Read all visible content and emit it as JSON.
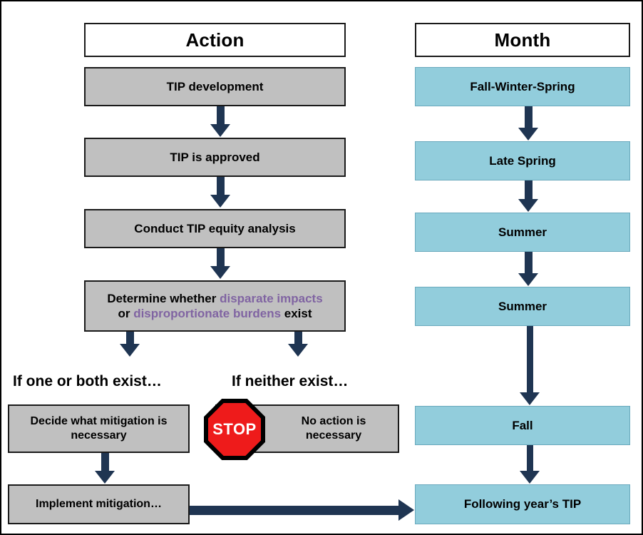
{
  "diagram": {
    "title_hidden": "TIP Equity Analysis Process Flowchart",
    "columns": {
      "action_header": "Action",
      "month_header": "Month"
    },
    "colors": {
      "action_box_fill": "#c0c0c0",
      "month_box_fill": "#92cddc",
      "arrow": "#1f3552",
      "highlight_text": "#8064a2",
      "stop_red": "#ee1b1b",
      "border": "#1a1a1a"
    },
    "action_steps": [
      {
        "label": "TIP development"
      },
      {
        "label": "TIP is approved"
      },
      {
        "label": "Conduct TIP equity analysis"
      }
    ],
    "determine_box": {
      "line1_a": "Determine whether ",
      "line1_b": "disparate impacts",
      "line2_a": "or ",
      "line2_b": "disproportionate burdens",
      "line2_c": " exist"
    },
    "branches": {
      "left_caption": "If one or both exist…",
      "right_caption": "If neither exist…"
    },
    "left_branch": [
      {
        "label": "Decide what mitigation is necessary"
      },
      {
        "label": "Implement mitigation…"
      }
    ],
    "right_branch": {
      "stop_label": "STOP",
      "box_label": "No action is necessary"
    },
    "month_steps": [
      {
        "label": "Fall-Winter-Spring"
      },
      {
        "label": "Late Spring"
      },
      {
        "label": "Summer"
      },
      {
        "label": "Summer"
      },
      {
        "label": "Fall"
      },
      {
        "label": "Following year’s TIP"
      }
    ]
  }
}
